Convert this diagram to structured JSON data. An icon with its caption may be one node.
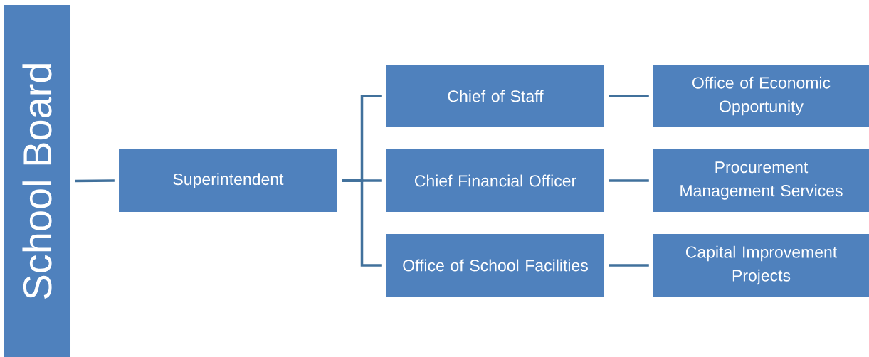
{
  "diagram": {
    "nodes": [
      {
        "text": [
          "School Board"
        ]
      },
      {
        "text": [
          "Superintendent"
        ]
      },
      {
        "text": [
          "Chief of Staff"
        ]
      },
      {
        "text": [
          "Chief Financial Officer"
        ]
      },
      {
        "text": [
          "Office of School Facilities"
        ]
      },
      {
        "text": [
          "Office of Economic Opportunity"
        ]
      },
      {
        "text": [
          "Procurement Management Services"
        ]
      },
      {
        "text": [
          "Capital Improvement Projects"
        ]
      }
    ],
    "edges": [
      {
        "from": 0,
        "to": 1,
        "arrow": "none"
      },
      {
        "from": 1,
        "to": 2,
        "arrow": "none"
      },
      {
        "from": 1,
        "to": 3,
        "arrow": "none"
      },
      {
        "from": 1,
        "to": 4,
        "arrow": "none"
      },
      {
        "from": 2,
        "to": 5,
        "arrow": "none"
      },
      {
        "from": 3,
        "to": 6,
        "arrow": "none"
      },
      {
        "from": 4,
        "to": 7,
        "arrow": "none"
      }
    ]
  }
}
